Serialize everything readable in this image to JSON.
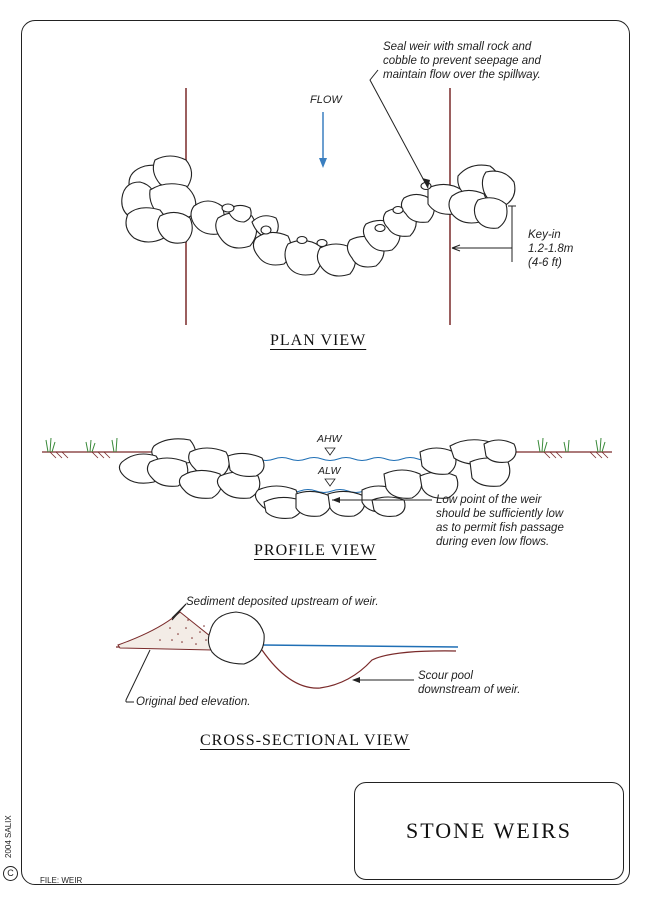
{
  "title": "STONE WEIRS",
  "file_label": "FILE: WEIR",
  "credit": "2004 SALIX",
  "copyright_symbol": "C",
  "plan_view": {
    "title": "PLAN VIEW",
    "flow_label": "FLOW",
    "seal_note": "Seal weir with small rock and\ncobble to prevent seepage and\nmaintain flow over the spillway.",
    "keyin_note": "Key-in\n1.2-1.8m\n(4-6 ft)"
  },
  "profile_view": {
    "title": "PROFILE VIEW",
    "ahw_label": "AHW",
    "alw_label": "ALW",
    "low_point_note": "Low point of the weir\nshould be sufficiently low\nas to permit fish passage\nduring even low flows."
  },
  "cross_section": {
    "title": "CROSS-SECTIONAL VIEW",
    "sediment_note": "Sediment deposited upstream of weir.",
    "scour_note": "Scour pool\ndownstream of weir.",
    "bed_note": "Original bed elevation."
  },
  "colors": {
    "bank_line": "#7a2a2a",
    "water": "#1f6fb5",
    "flow_arrow": "#3a7fc0",
    "vegetation": "#3a8a3a",
    "outline": "#222222"
  }
}
